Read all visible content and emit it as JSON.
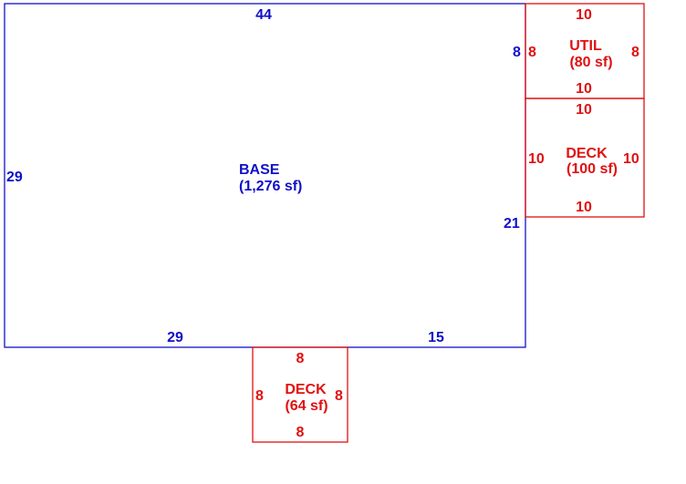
{
  "colors": {
    "base": "#1010c8",
    "addition": "#e01010"
  },
  "base": {
    "name": "BASE",
    "area": "(1,276 sf)",
    "dims": {
      "top": "44",
      "left": "29",
      "right_upper": "8",
      "right_lower": "21",
      "bottom_left": "29",
      "bottom_right": "15"
    }
  },
  "util": {
    "name": "UTIL",
    "area": "(80 sf)",
    "dims": {
      "top": "10",
      "left": "8",
      "right": "8",
      "bottom": "10"
    }
  },
  "deck_right": {
    "name": "DECK",
    "area": "(100 sf)",
    "dims": {
      "top": "10",
      "left": "10",
      "right": "10",
      "bottom": "10"
    }
  },
  "deck_bottom": {
    "name": "DECK",
    "area": "(64 sf)",
    "dims": {
      "top": "8",
      "left": "8",
      "right": "8",
      "bottom": "8"
    }
  }
}
